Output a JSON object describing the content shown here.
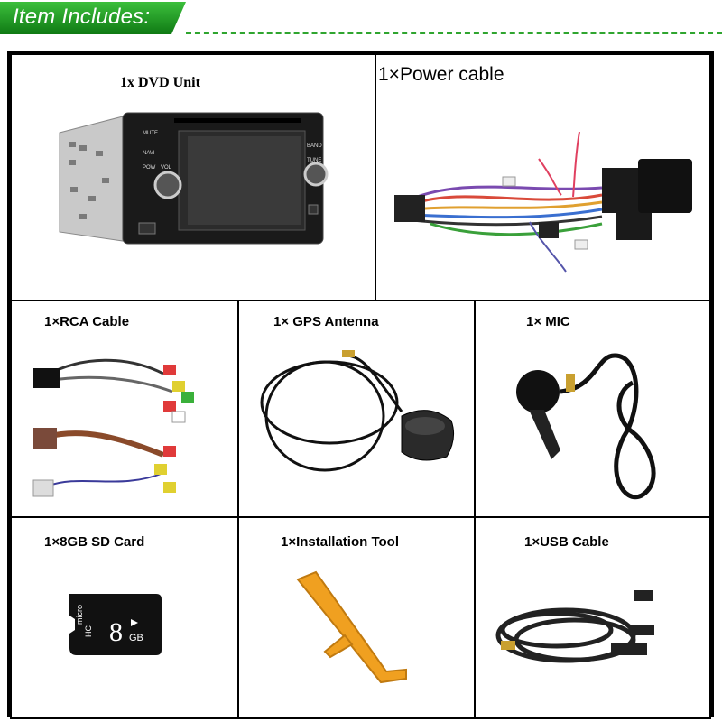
{
  "header": {
    "title": "Item Includes:",
    "accent_color": "#1e8b1e"
  },
  "items": [
    {
      "label": "1x DVD Unit",
      "icon": "dvd-unit-icon"
    },
    {
      "label": "1×Power cable",
      "icon": "power-cable-icon"
    },
    {
      "label": "1×RCA Cable",
      "icon": "rca-cable-icon"
    },
    {
      "label": "1× GPS Antenna",
      "icon": "gps-antenna-icon"
    },
    {
      "label": "1× MIC",
      "icon": "microphone-icon"
    },
    {
      "label": "1×8GB SD Card",
      "icon": "sd-card-icon"
    },
    {
      "label": "1×Installation Tool",
      "icon": "pry-tool-icon"
    },
    {
      "label": "1×USB Cable",
      "icon": "usb-cable-icon"
    }
  ],
  "dvd_unit": {
    "buttons": [
      "MUTE",
      "NAVI",
      "POW",
      "VOL",
      "BAND",
      "TUNE"
    ]
  },
  "sd_card": {
    "brand": "micro",
    "hc": "HC",
    "capacity": "8",
    "unit": "GB"
  }
}
